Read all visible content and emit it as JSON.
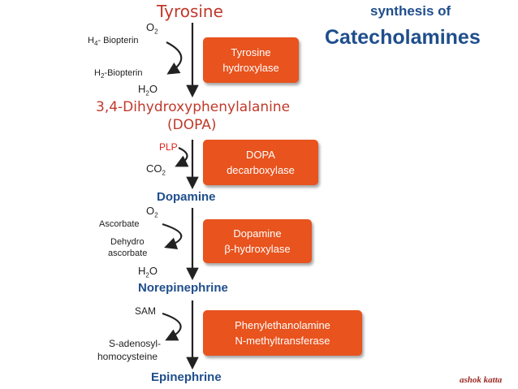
{
  "header": {
    "title_line1": "synthesis of",
    "title_line2": "Catecholamines"
  },
  "compounds": {
    "tyrosine": "Tyrosine",
    "dopa_line1": "3,4-Dihydroxyphenylalanine",
    "dopa_line2": "(DOPA)",
    "dopamine": "Dopamine",
    "norepinephrine": "Norepinephrine",
    "epinephrine": "Epinephrine"
  },
  "cofactors": {
    "step1_in_top": "O",
    "step1_in_top_sub": "2",
    "step1_in": "H",
    "step1_in_sub": "4",
    "step1_in_rest": "- Biopterin",
    "step1_out": "H",
    "step1_out_sub": "2",
    "step1_out_rest": "-Biopterin",
    "step1_out_bottom": "H",
    "step1_out_bottom_sub": "2",
    "step1_out_bottom_rest": "O",
    "step2_in": "PLP",
    "step2_out": "CO",
    "step2_out_sub": "2",
    "step3_in_top": "O",
    "step3_in_top_sub": "2",
    "step3_in": "Ascorbate",
    "step3_out_line1": "Dehydro",
    "step3_out_line2": "ascorbate",
    "step3_out_bottom": "H",
    "step3_out_bottom_sub": "2",
    "step3_out_bottom_rest": "O",
    "step4_in": "SAM",
    "step4_out_line1": "S-adenosyl-",
    "step4_out_line2": "homocysteine"
  },
  "enzymes": {
    "e1_line1": "Tyrosine",
    "e1_line2": "hydroxylase",
    "e2_line1": "DOPA",
    "e2_line2": "decarboxylase",
    "e3_line1": "Dopamine",
    "e3_line2": "β-hydroxylase",
    "e4_line1": "Phenylethanolamine",
    "e4_line2": "N-methyltransferase"
  },
  "author": "ashok katta",
  "colors": {
    "substrate": "#c0392b",
    "product": "#1f4e8c",
    "enzyme_box": "#e8531e",
    "plp": "#e0201c"
  }
}
